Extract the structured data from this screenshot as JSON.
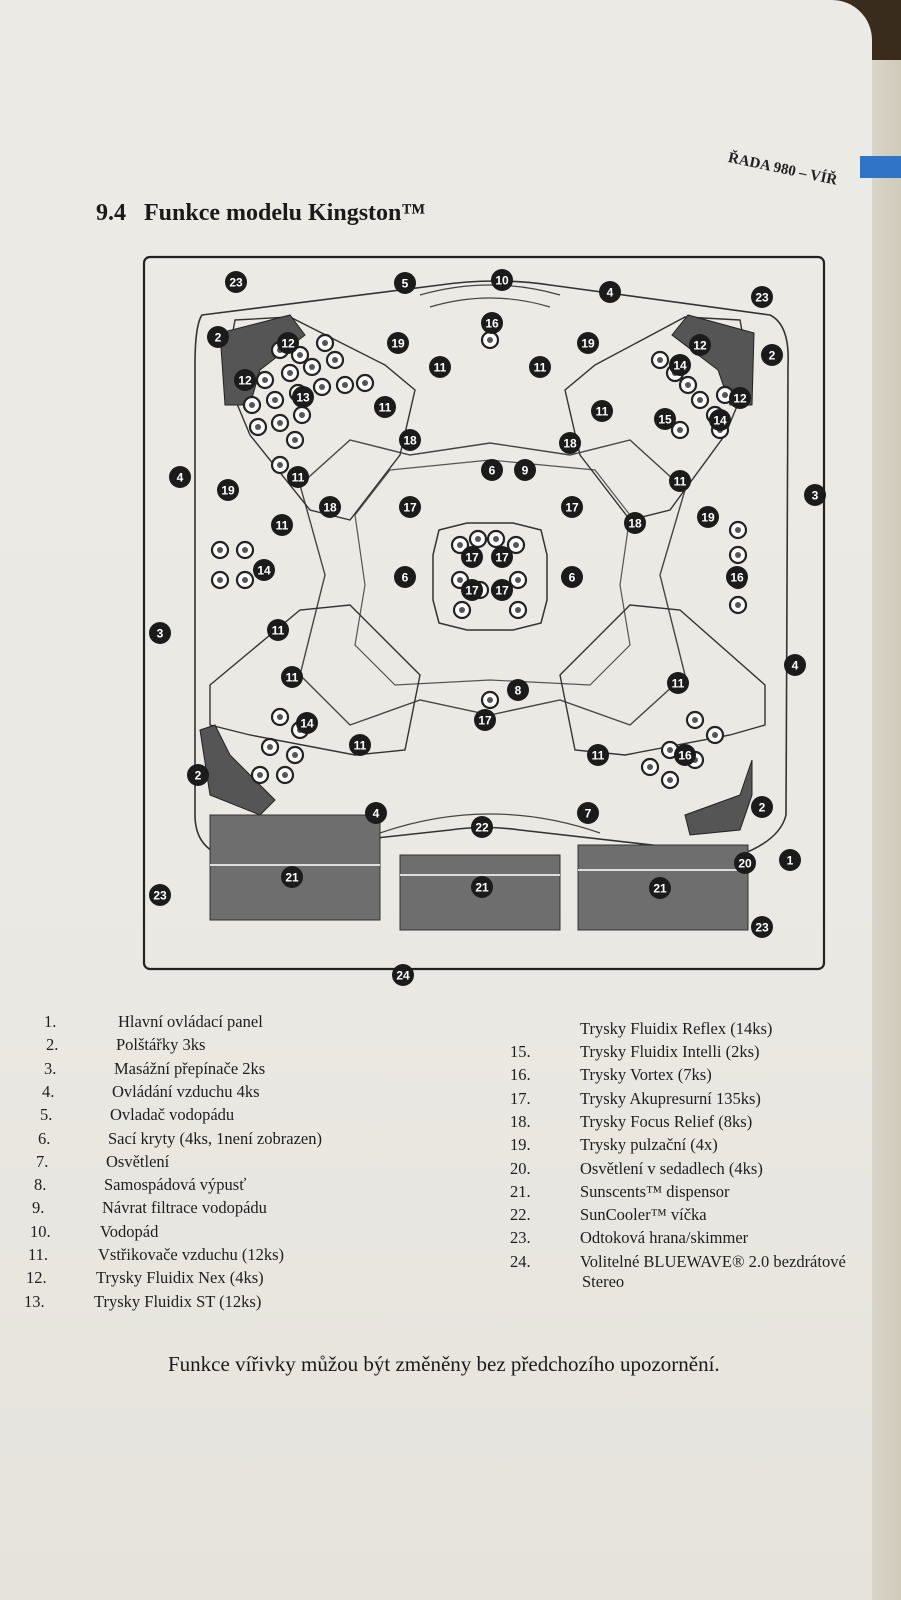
{
  "header": {
    "running_head": "ŘADA 980 – VÍŘ"
  },
  "section": {
    "number": "9.4",
    "title": "Funkce modelu Kingston™"
  },
  "diagram": {
    "callout_numbers": [
      "1",
      "2",
      "3",
      "4",
      "5",
      "6",
      "7",
      "8",
      "9",
      "10",
      "11",
      "12",
      "13",
      "14",
      "15",
      "16",
      "17",
      "18",
      "19",
      "20",
      "21",
      "22",
      "23",
      "24"
    ]
  },
  "legend": {
    "left": [
      {
        "num": "1.",
        "text": "Hlavní ovládací panel"
      },
      {
        "num": "2.",
        "text": "Polštářky 3ks"
      },
      {
        "num": "3.",
        "text": "Masážní přepínače 2ks"
      },
      {
        "num": "4.",
        "text": "Ovládání vzduchu 4ks"
      },
      {
        "num": "5.",
        "text": "Ovladač vodopádu"
      },
      {
        "num": "6.",
        "text": "Sací kryty (4ks, 1není zobrazen)"
      },
      {
        "num": "7.",
        "text": "Osvětlení"
      },
      {
        "num": "8.",
        "text": "Samospádová výpusť"
      },
      {
        "num": "9.",
        "text": "Návrat filtrace vodopádu"
      },
      {
        "num": "10.",
        "text": "Vodopád"
      },
      {
        "num": "11.",
        "text": "Vstřikovače vzduchu (12ks)"
      },
      {
        "num": "12.",
        "text": "Trysky Fluidix Nex (4ks)"
      },
      {
        "num": "13.",
        "text": "Trysky Fluidix ST  (12ks)"
      }
    ],
    "right_top": "Trysky Fluidix Reflex (14ks)",
    "right": [
      {
        "num": "15.",
        "text": "Trysky Fluidix Intelli (2ks)"
      },
      {
        "num": "16.",
        "text": "Trysky Vortex (7ks)"
      },
      {
        "num": "17.",
        "text": "Trysky Akupresurní 135ks)"
      },
      {
        "num": "18.",
        "text": "Trysky Focus Relief (8ks)"
      },
      {
        "num": "19.",
        "text": "Trysky pulzační (4x)"
      },
      {
        "num": "20.",
        "text": "Osvětlení v sedadlech (4ks)"
      },
      {
        "num": "21.",
        "text": "Sunscents™ dispensor"
      },
      {
        "num": "22.",
        "text": "SunCooler™ víčka"
      },
      {
        "num": "23.",
        "text": "Odtoková hrana/skimmer"
      },
      {
        "num": "24.",
        "text": "Volitelné BLUEWAVE® 2.0 bezdrátové"
      }
    ],
    "right_cont": "Stereo"
  },
  "footer": {
    "note": "Funkce vířivky můžou být změněny bez předchozího upozornění."
  }
}
